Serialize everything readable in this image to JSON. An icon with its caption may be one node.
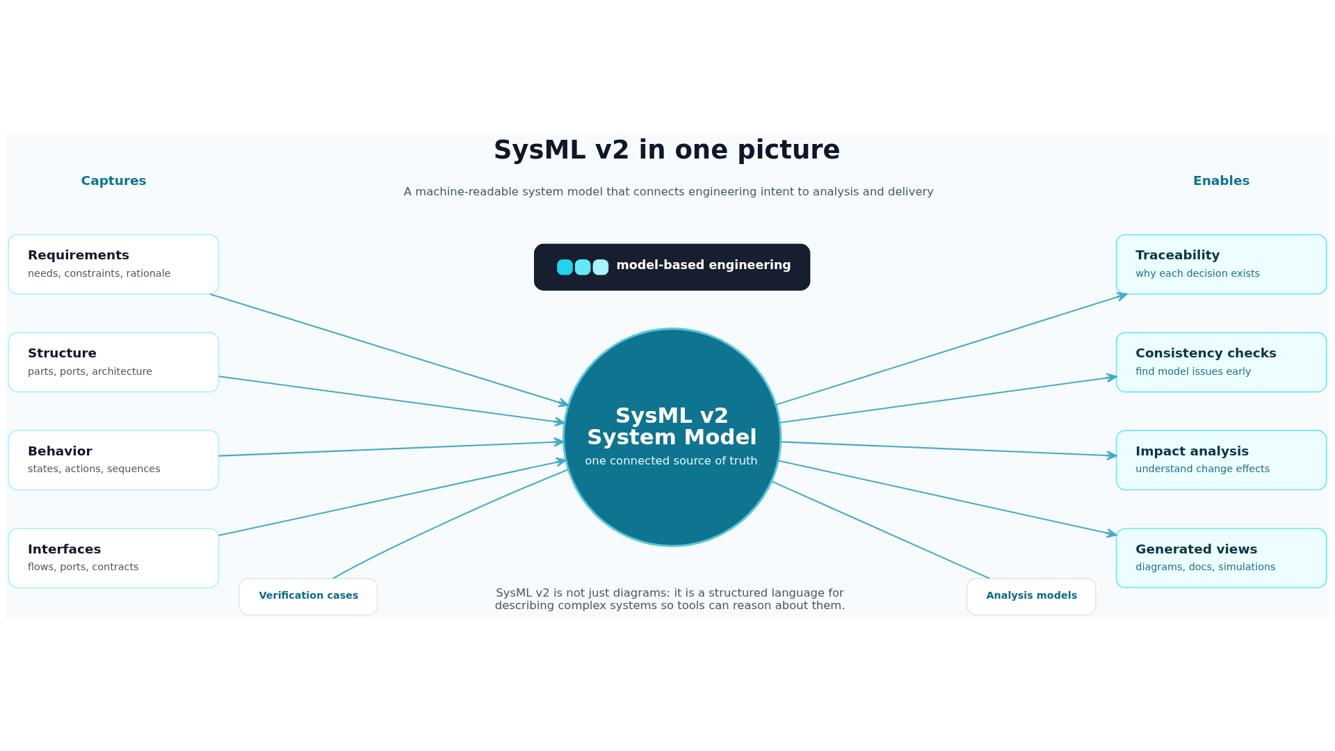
{
  "diagram": {
    "title": "SysML v2 in one picture",
    "caption": "SysML v2 is not just diagrams: it is a structured language for describing complex systems so tools can reason about them.",
    "nodes": [
      {
        "text": [
          "Requirements",
          "needs, constraints, rationale"
        ]
      },
      {
        "text": [
          "Structure",
          "parts, ports, architecture"
        ]
      },
      {
        "text": [
          "Behavior",
          "states, actions, sequences"
        ]
      },
      {
        "text": [
          "Interfaces",
          "flows, ports, contracts"
        ]
      },
      {
        "text": [
          "model-based engineering"
        ]
      },
      {
        "text": [
          "SysML v2 System Model",
          "one connected source of truth"
        ]
      },
      {
        "text": [
          "Verification cases"
        ]
      },
      {
        "text": [
          "Analysis models"
        ]
      },
      {
        "text": [
          "Traceability",
          "why each decision exists"
        ]
      },
      {
        "text": [
          "Consistency checks",
          "find model issues early"
        ]
      },
      {
        "text": [
          "Impact analysis",
          "understand change effects"
        ]
      },
      {
        "text": [
          "Generated views",
          "diagrams, docs, simulations"
        ]
      }
    ],
    "edges": [
      {
        "from": 0,
        "to": 5,
        "arrow": "to"
      },
      {
        "from": 1,
        "to": 5,
        "arrow": "to"
      },
      {
        "from": 2,
        "to": 5,
        "arrow": "to"
      },
      {
        "from": 3,
        "to": 5,
        "arrow": "to"
      },
      {
        "from": 5,
        "to": 8,
        "arrow": "to"
      },
      {
        "from": 5,
        "to": 9,
        "arrow": "to"
      },
      {
        "from": 5,
        "to": 10,
        "arrow": "to"
      },
      {
        "from": 5,
        "to": 11,
        "arrow": "to"
      },
      {
        "from": 5,
        "to": 6,
        "arrow": "none"
      },
      {
        "from": 5,
        "to": 7,
        "arrow": "none"
      }
    ],
    "labels": [
      "A machine-readable system model that connects engineering intent to analysis and delivery",
      "Captures",
      "Enables"
    ]
  }
}
